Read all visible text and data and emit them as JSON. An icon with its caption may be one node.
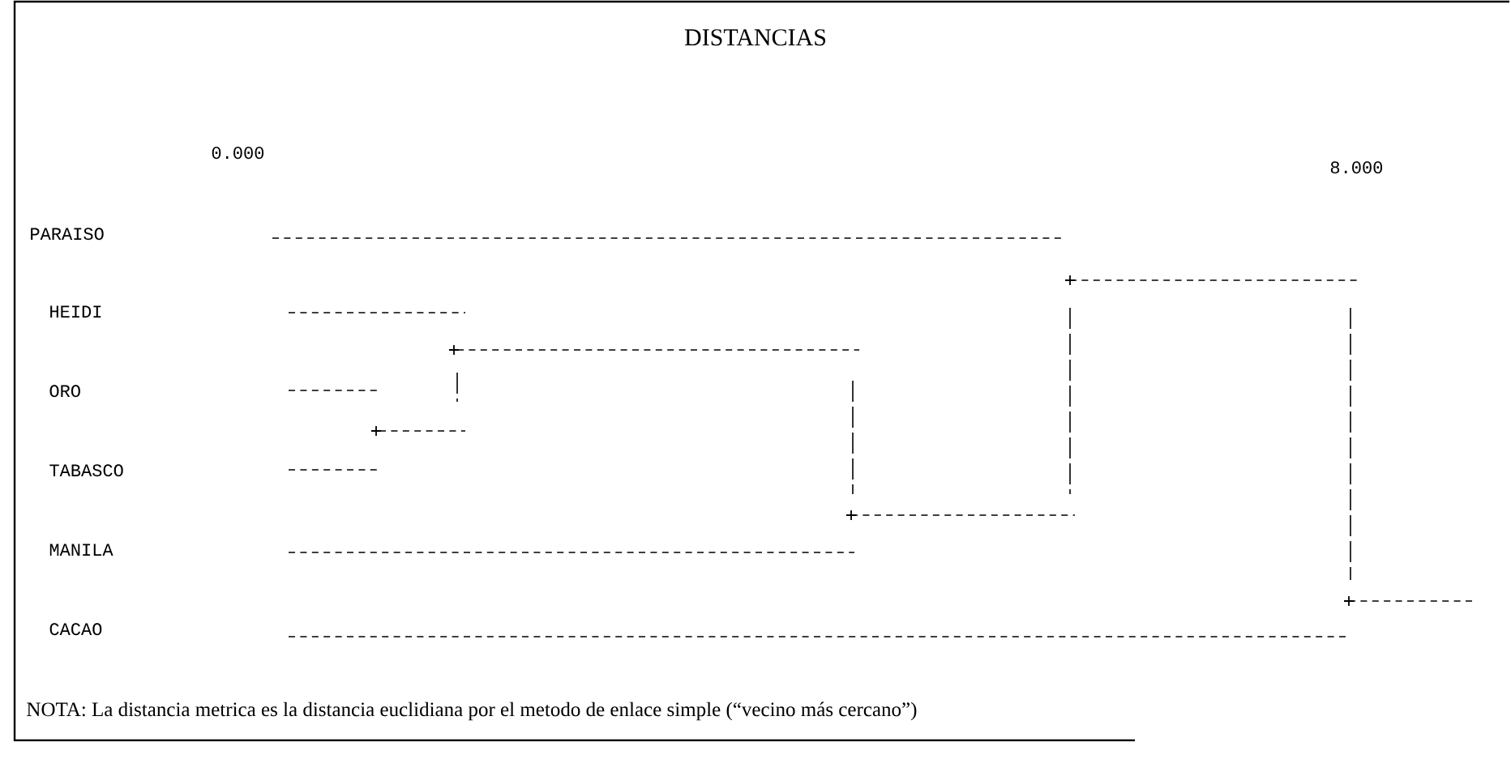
{
  "diagram": {
    "title": "DISTANCIAS",
    "caption": "NOTA: La distancia metrica es la distancia euclidiana por el metodo de enlace simple (“vecino más cercano”)",
    "labels": [
      "0.000",
      "8.000",
      "PARAISO",
      "HEIDI",
      "ORO",
      "TABASCO",
      "MANILA",
      "CACAO"
    ]
  }
}
